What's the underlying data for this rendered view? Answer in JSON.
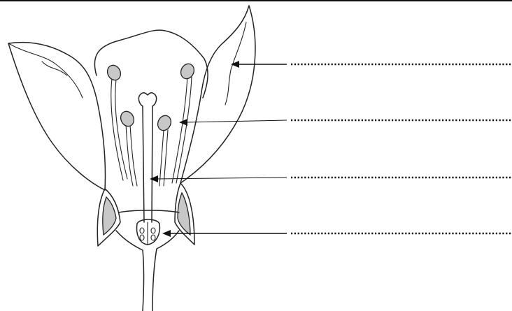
{
  "diagram": {
    "labels": [
      {
        "id": "petal",
        "text": ""
      },
      {
        "id": "stamen",
        "text": ""
      },
      {
        "id": "style",
        "text": ""
      },
      {
        "id": "ovary",
        "text": ""
      }
    ],
    "colors": {
      "stroke": "#222222",
      "shaded": "#c8c8c8",
      "background": "#ffffff"
    }
  }
}
